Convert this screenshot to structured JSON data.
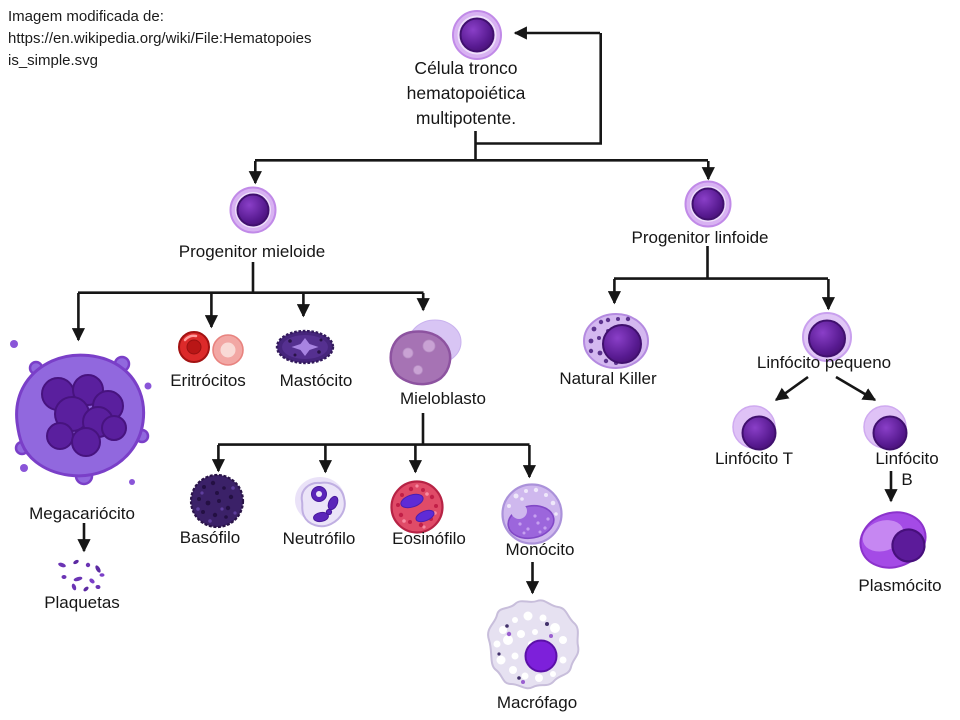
{
  "attribution": {
    "text": "Imagem modificada de:\nhttps://en.wikipedia.org/wiki/File:Hematopoies\nis_simple.svg"
  },
  "nodes": {
    "stem_cell": {
      "label": "Célula tronco\nhematopoiética\nmultipotente."
    },
    "progenitor_myeloid": {
      "label": "Progenitor mieloide"
    },
    "progenitor_lymphoid": {
      "label": "Progenitor linfoide"
    },
    "megakaryocyte": {
      "label": "Megacariócito"
    },
    "platelets": {
      "label": "Plaquetas"
    },
    "erythrocytes": {
      "label": "Eritrócitos"
    },
    "mast_cell": {
      "label": "Mastócito"
    },
    "myeloblast": {
      "label": "Mieloblasto"
    },
    "basophil": {
      "label": "Basófilo"
    },
    "neutrophil": {
      "label": "Neutrófilo"
    },
    "eosinophil": {
      "label": "Eosinófilo"
    },
    "monocyte": {
      "label": "Monócito"
    },
    "macrophage": {
      "label": "Macrófago"
    },
    "natural_killer": {
      "label": "Natural Killer"
    },
    "small_lymphocyte": {
      "label": "Linfócito pequeno"
    },
    "t_lymphocyte": {
      "label": "Linfócito T"
    },
    "b_lymphocyte": {
      "label": "Linfócito B"
    },
    "plasma_cell": {
      "label": "Plasmócito"
    }
  },
  "colors": {
    "background": "#ffffff",
    "connector_line": "#161616",
    "label_text": "#161616",
    "nucleus_dark_purple": "#4c1184",
    "cell_halo_lavender": "#d8b2f2",
    "megakaryocyte_purple": "#9168de",
    "erythrocyte_red": "#dc2a2a",
    "erythrocyte_pink": "#f2a7a4",
    "eosinophil_red": "#e04b68",
    "basophil_indigo": "#3b2168",
    "plasma_cell_purple": "#a44be6",
    "macrophage_gray": "#e6e1f1"
  }
}
